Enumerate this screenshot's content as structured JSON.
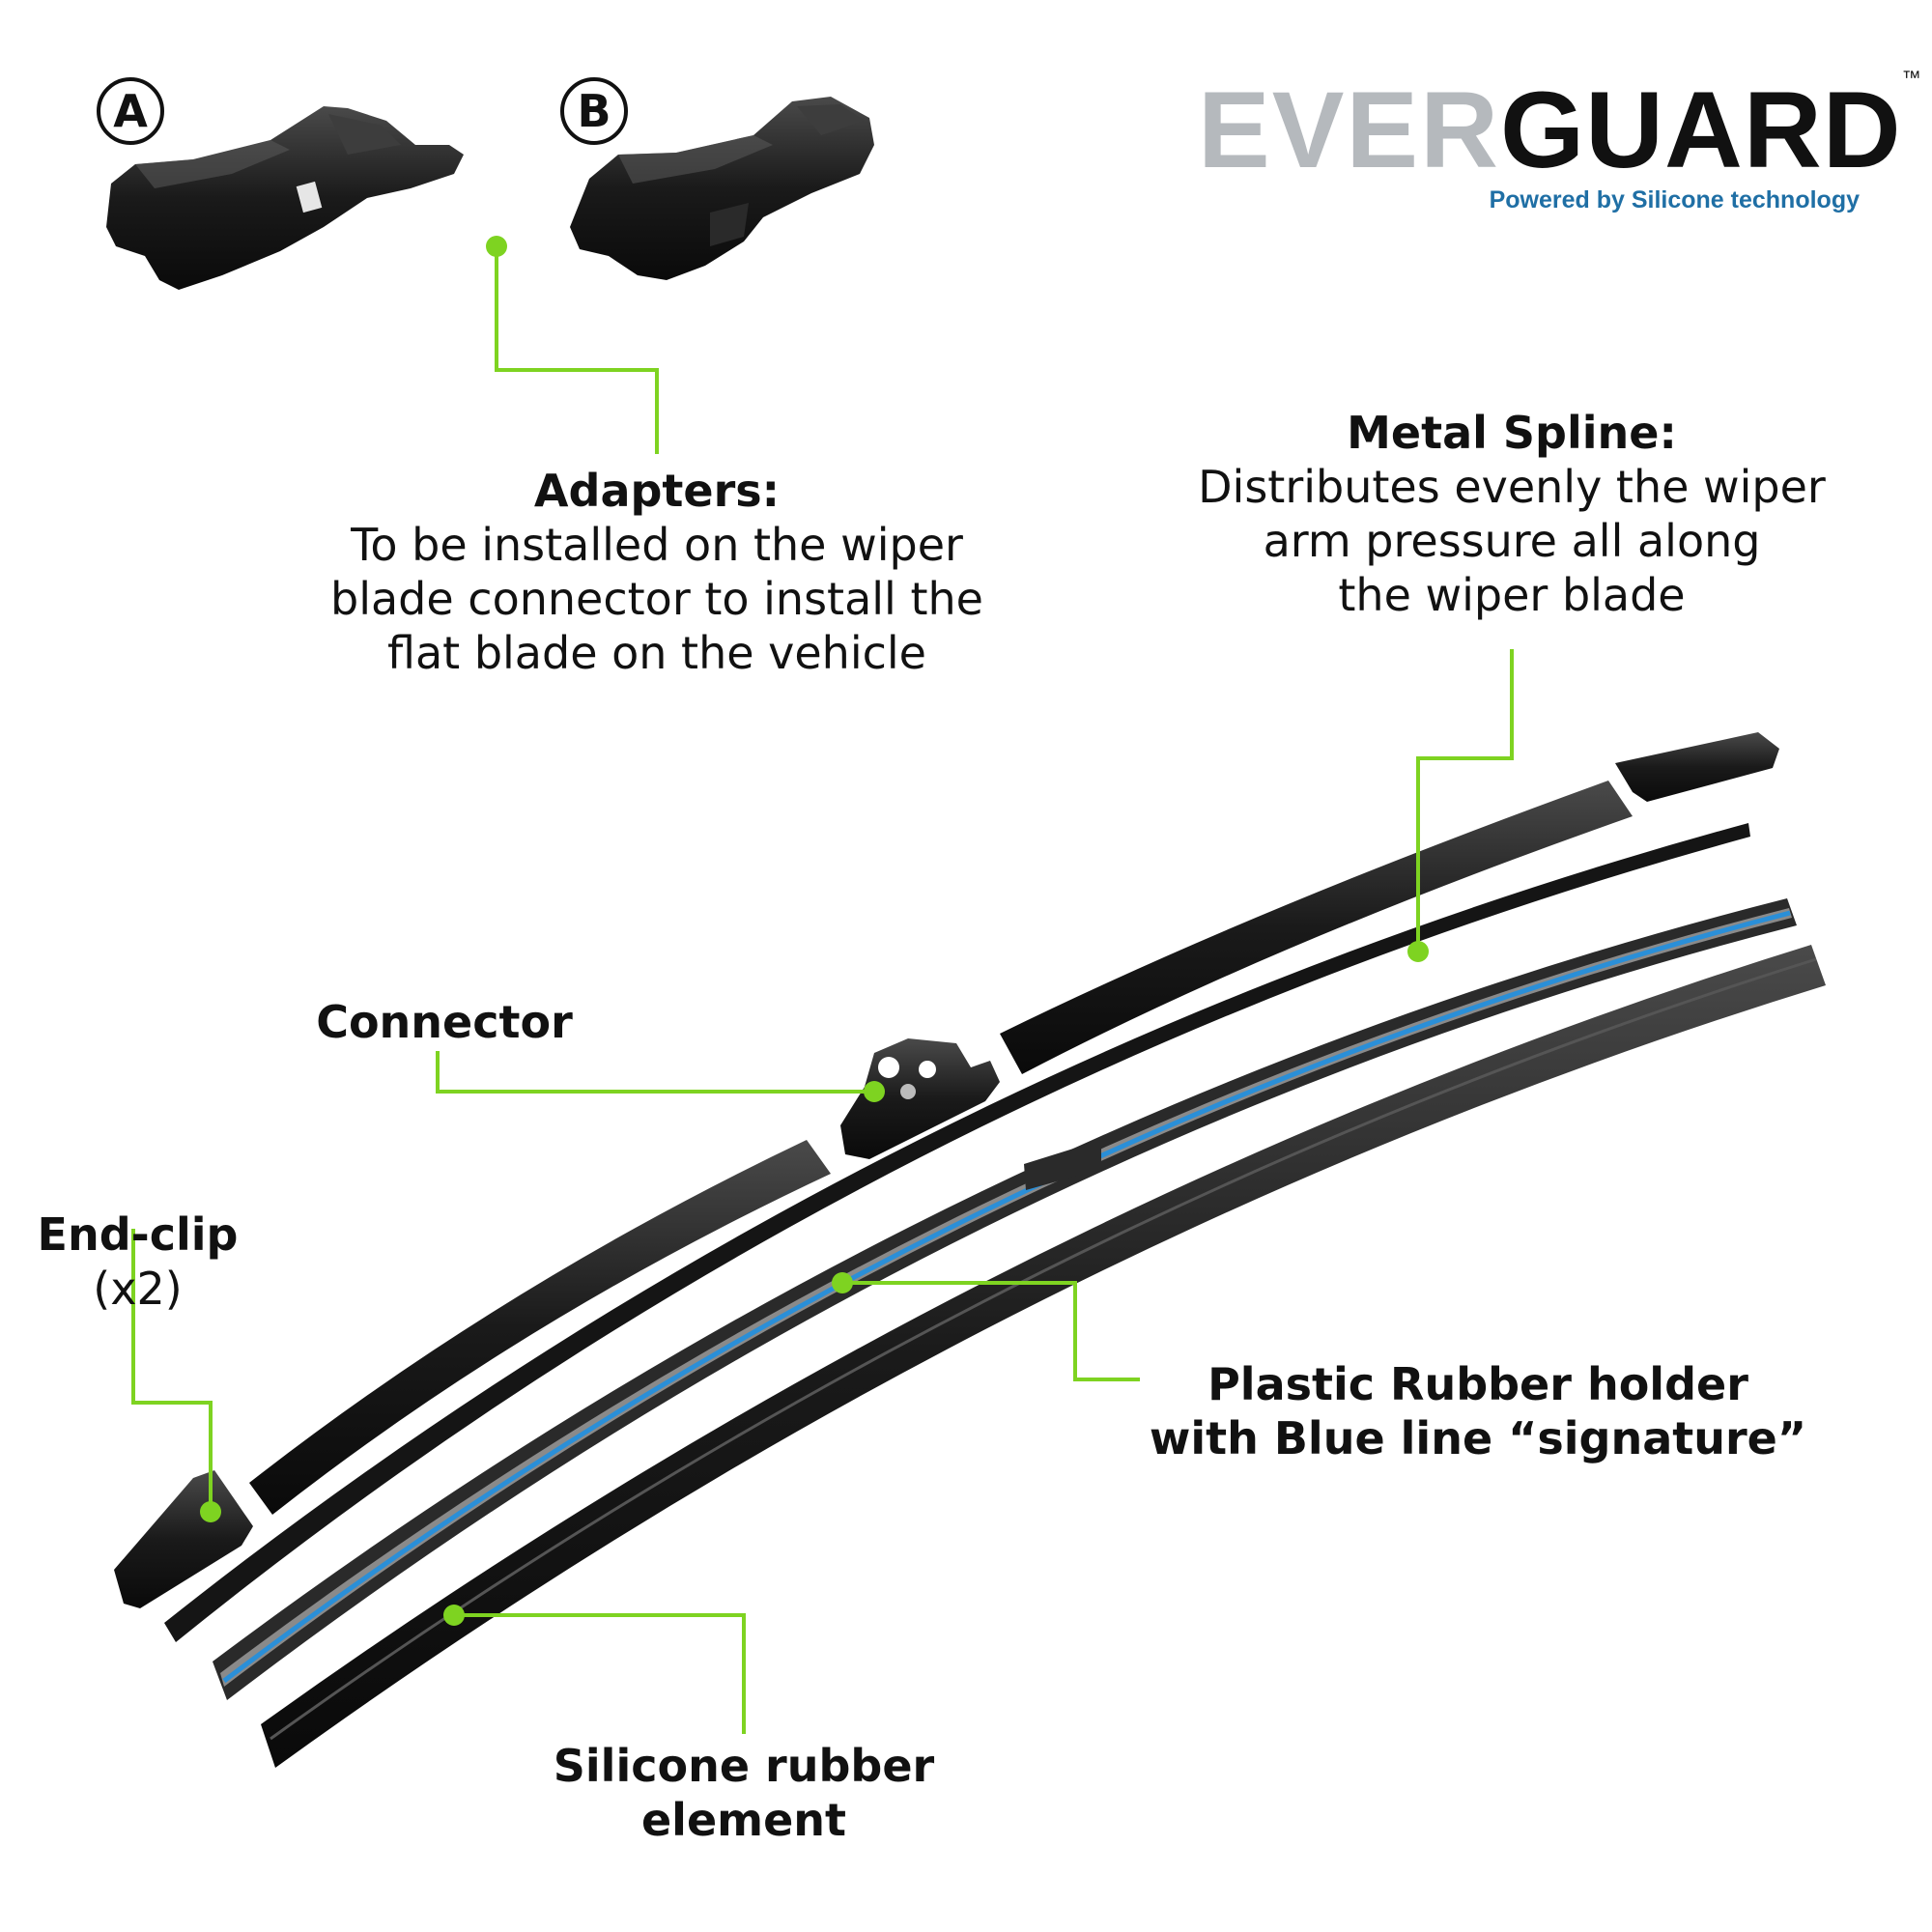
{
  "brand": {
    "name_part1": "EVER",
    "name_part2": "GUARD",
    "tm": "™",
    "tagline": "Powered by Silicone technology",
    "colors": {
      "silver": "#bfc3c7",
      "dark": "#111111",
      "tagline": "#1f6fa5"
    }
  },
  "adapters": {
    "option_a": "A",
    "option_b": "B"
  },
  "labels": {
    "adapters": {
      "title": "Adapters:",
      "line1": "To be installed on the wiper",
      "line2": "blade connector to install the",
      "line3": "flat blade on the vehicle"
    },
    "metal_spline": {
      "title": "Metal Spline:",
      "line1": "Distributes evenly the wiper",
      "line2": "arm pressure all along",
      "line3": "the wiper blade"
    },
    "connector": {
      "title": "Connector"
    },
    "end_clip": {
      "title": "End-clip",
      "qty": "(x2)"
    },
    "rubber_holder": {
      "line1": "Plastic Rubber holder",
      "line2": "with Blue line “signature”"
    },
    "silicone": {
      "line1": "Silicone rubber",
      "line2": "element"
    }
  },
  "colors": {
    "leader": "#7ed321",
    "part_dark": "#1c1c1c",
    "blue_line": "#2a8fd8",
    "grey_holder": "#8a8a8a"
  },
  "icons": [
    "adapter-a-icon",
    "adapter-b-icon",
    "connector-icon",
    "end-clip-icon"
  ]
}
